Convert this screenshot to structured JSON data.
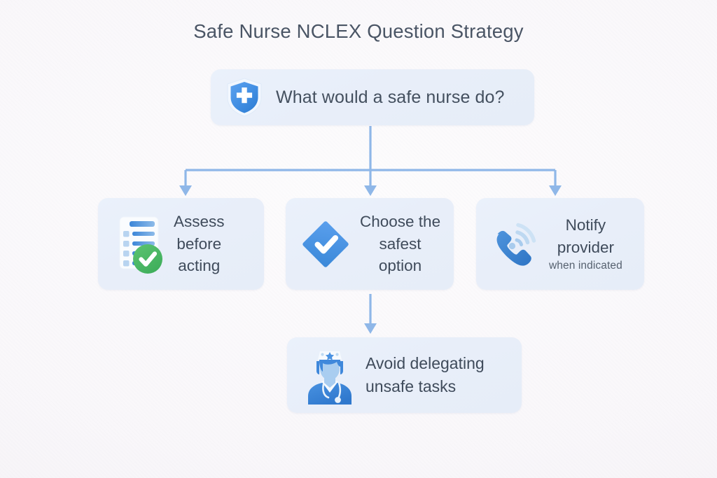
{
  "page": {
    "title": "Safe Nurse NCLEX Question Strategy",
    "background_color": "#f9f7fa",
    "accent_color": "#4a8fe0",
    "connector_color": "#8fb7e8",
    "text_color": "#3f4b5b",
    "card_color": "#e8eef9"
  },
  "diagram": {
    "type": "flowchart",
    "root": {
      "icon": "shield-cross-icon",
      "label": "What would a safe nurse do?"
    },
    "branches": [
      {
        "icon": "checklist-approved-icon",
        "lines": [
          "Assess",
          "before",
          "acting"
        ],
        "sub": ""
      },
      {
        "icon": "diamond-check-icon",
        "lines": [
          "Choose the",
          "safest",
          "option"
        ],
        "sub": ""
      },
      {
        "icon": "phone-call-icon",
        "lines": [
          "Notify",
          "provider"
        ],
        "sub": "when indicated"
      }
    ],
    "leaf": {
      "icon": "nurse-avatar-icon",
      "lines": [
        "Avoid delegating",
        "unsafe tasks"
      ],
      "parent_index": 1
    }
  }
}
